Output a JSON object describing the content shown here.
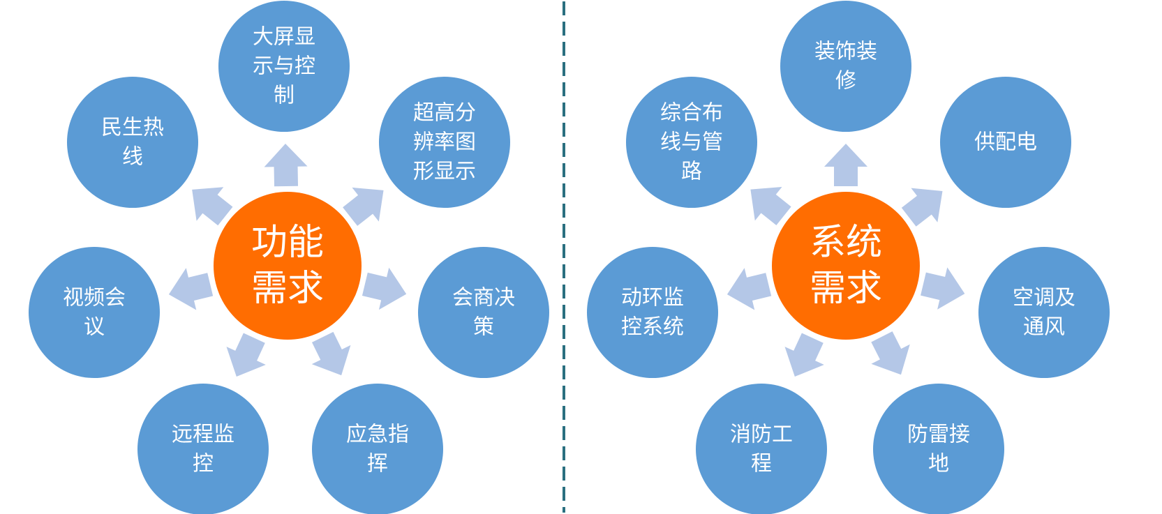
{
  "colors": {
    "node_fill": "#5b9bd5",
    "center_fill": "#ff6d01",
    "arrow_fill": "#b4c7e7",
    "divider": "#2a6f80",
    "text": "#ffffff"
  },
  "left_cluster": {
    "center_lines": [
      "功能",
      "需求"
    ],
    "nodes": [
      {
        "lines": [
          "大屏显",
          "示与控",
          "制"
        ]
      },
      {
        "lines": [
          "超高分",
          "辨率图",
          "形显示"
        ]
      },
      {
        "lines": [
          "会商决",
          "策"
        ]
      },
      {
        "lines": [
          "应急指",
          "挥"
        ]
      },
      {
        "lines": [
          "远程监",
          "控"
        ]
      },
      {
        "lines": [
          "视频会",
          "议"
        ]
      },
      {
        "lines": [
          "民生热",
          "线"
        ]
      }
    ]
  },
  "right_cluster": {
    "center_lines": [
      "系统",
      "需求"
    ],
    "nodes": [
      {
        "lines": [
          "装饰装",
          "修"
        ]
      },
      {
        "lines": [
          "供配电"
        ]
      },
      {
        "lines": [
          "空调及",
          "通风"
        ]
      },
      {
        "lines": [
          "防雷接",
          "地"
        ]
      },
      {
        "lines": [
          "消防工",
          "程"
        ]
      },
      {
        "lines": [
          "动环监",
          "控系统"
        ]
      },
      {
        "lines": [
          "综合布",
          "线与管",
          "路"
        ]
      }
    ]
  }
}
